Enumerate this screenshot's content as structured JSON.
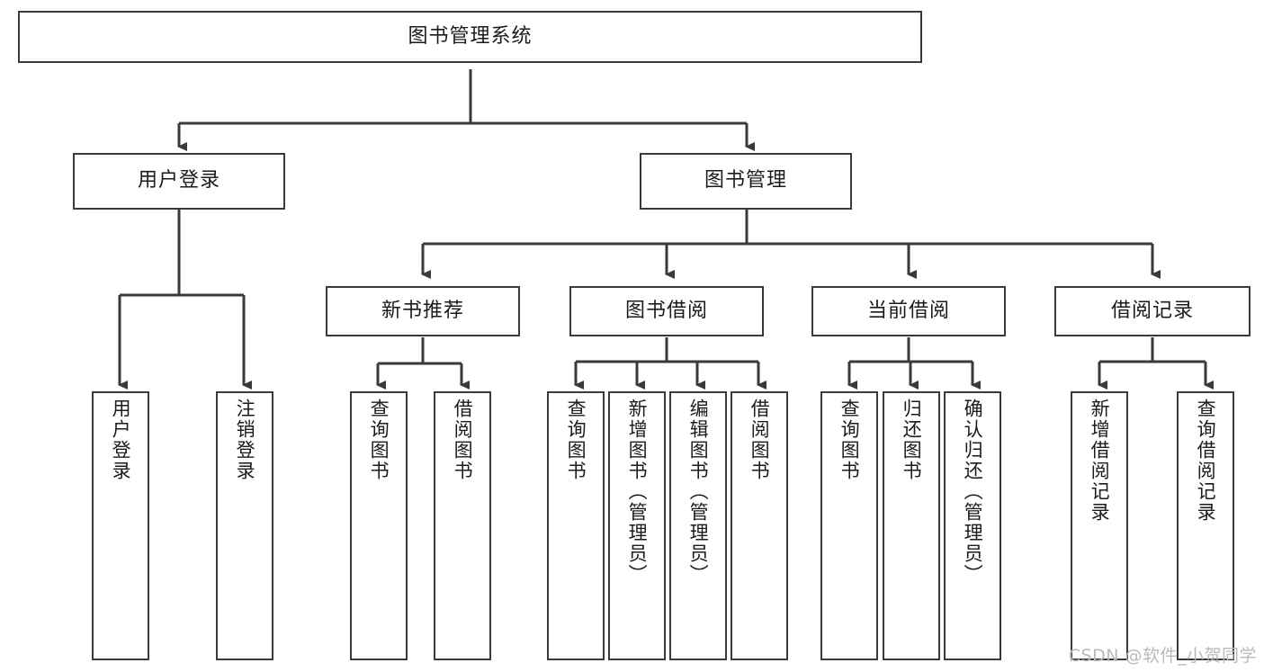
{
  "diagram": {
    "title": "图书管理系统",
    "type": "tree",
    "root": {
      "id": "root",
      "label": "图书管理系统"
    },
    "level1": [
      {
        "id": "user-login",
        "label": "用户登录"
      },
      {
        "id": "book-manage",
        "label": "图书管理"
      }
    ],
    "level2": [
      {
        "id": "new-book-recommend",
        "label": "新书推荐",
        "parent": "book-manage"
      },
      {
        "id": "book-borrow",
        "label": "图书借阅",
        "parent": "book-manage"
      },
      {
        "id": "current-borrow",
        "label": "当前借阅",
        "parent": "book-manage"
      },
      {
        "id": "borrow-record",
        "label": "借阅记录",
        "parent": "book-manage"
      }
    ],
    "leaves": [
      {
        "id": "leaf-user-login",
        "label": "用户登录",
        "parent": "user-login"
      },
      {
        "id": "leaf-logout-login",
        "label": "注销登录",
        "parent": "user-login"
      },
      {
        "id": "leaf-query-book-1",
        "label": "查询图书",
        "parent": "new-book-recommend"
      },
      {
        "id": "leaf-borrow-book-1",
        "label": "借阅图书",
        "parent": "new-book-recommend"
      },
      {
        "id": "leaf-query-book-2",
        "label": "查询图书",
        "parent": "book-borrow"
      },
      {
        "id": "leaf-add-book-admin",
        "label": "新增图书（管理员）",
        "parent": "book-borrow"
      },
      {
        "id": "leaf-edit-book-admin",
        "label": "编辑图书（管理员）",
        "parent": "book-borrow"
      },
      {
        "id": "leaf-borrow-book-2",
        "label": "借阅图书",
        "parent": "book-borrow"
      },
      {
        "id": "leaf-query-book-3",
        "label": "查询图书",
        "parent": "current-borrow"
      },
      {
        "id": "leaf-return-book",
        "label": "归还图书",
        "parent": "current-borrow"
      },
      {
        "id": "leaf-confirm-return-admin",
        "label": "确认归还（管理员）",
        "parent": "current-borrow"
      },
      {
        "id": "leaf-add-borrow-record",
        "label": "新增借阅记录",
        "parent": "borrow-record"
      },
      {
        "id": "leaf-query-borrow-record",
        "label": "查询借阅记录",
        "parent": "borrow-record"
      }
    ],
    "colors": {
      "stroke": "#3a3a3a",
      "text": "#1b1b1b",
      "background": "#ffffff",
      "watermark": "#b9b9b9"
    }
  },
  "watermark": "CSDN @软件_小贺同学"
}
